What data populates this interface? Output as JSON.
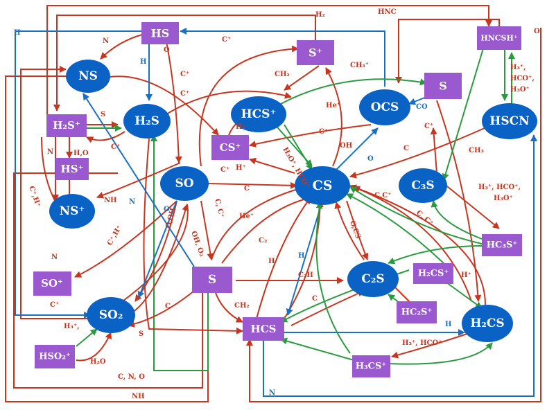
{
  "colors": {
    "ion": "#9b59d0",
    "neutral": "#0a63c4",
    "red": "#c8351f",
    "blue": "#1a6fc2",
    "green": "#2a9a3e"
  },
  "species": {
    "NS": "NS",
    "H2S": "H₂S",
    "HS": "HS",
    "HCS+": "HCS⁺",
    "OCS": "OCS",
    "HSCN": "HSCN",
    "SO": "SO",
    "CS": "CS",
    "C3S": "C₃S",
    "NS+": "NS⁺",
    "SO2": "SO₂",
    "C2S": "C₂S",
    "H2CS": "H₂CS",
    "S+": "S⁺",
    "HNCSH+": "HNCSH⁺",
    "S": "S",
    "H2S+": "H₂S⁺",
    "HS+": "HS⁺",
    "CS+": "CS⁺",
    "SO+": "SO⁺",
    "HSO2+": "HSO₂⁺",
    "HCS": "HCS",
    "H2CS+": "H₂CS⁺",
    "HC2S+": "HC₂S⁺",
    "HC3S+": "HC₃S⁺",
    "H3CS+": "H₃CS⁺",
    "S_node": "S"
  },
  "labels": {
    "H_tl": "H",
    "N_1": "N",
    "O_1": "O",
    "H_2": "H",
    "C+_1": "C⁺",
    "H2": "H₂",
    "HNC": "HNC",
    "O_tr": "O",
    "C+_2": "C⁺",
    "C+_3": "C⁺",
    "S_lbl": "S",
    "C+_4": "C⁺",
    "N_2": "N",
    "H,O": "H,O",
    "CH2": "CH₂",
    "CH3+": "CH₃⁺",
    "H3+_1": "H₃⁺,",
    "HCO+_1": "HCO⁺,",
    "H3O+_1": "H₃O⁺",
    "H2_b": "H₂",
    "He+_1": "He⁺",
    "CO": "CO",
    "C+_5": "C⁺",
    "H3+HCO": "H₃⁺, HCO⁺,",
    "H3O+HCO+": "H₃O⁺, HCO⁺",
    "C+_6": "C⁺",
    "H+_1": "H⁺",
    "C_1": "C",
    "C_2": "C",
    "OH_1": "OH",
    "O_2": "O",
    "C+H+_1": "C⁺,H⁺",
    "NH_1": "NH",
    "N_3": "N",
    "CC+_1": "C, C⁺",
    "C+_7": "C⁺",
    "CC+_2": "C,C⁺",
    "H3+_2": "H₃⁺, HCO⁺,",
    "H3O+_2": "H₃O⁺",
    "CH3": "CH₃",
    "He+_2": "He⁺",
    "C2": "C₂",
    "OCS_lbl": "O,CS",
    "C,C+_3": "C, C⁺",
    "O_3": "O",
    "OHO2": "OH, O₂",
    "O,OH": "O,OH",
    "C+H+_2": "C⁺,H⁺",
    "N_4": "N",
    "N_5": "N",
    "H_3": "H",
    "H_4": "H",
    "C2H": "C₂H",
    "C+_8": "C⁺",
    "H+_2": "H⁺",
    "H3+_3": "H₃⁺,",
    "C_3": "C",
    "C_4": "C",
    "CH2_2": "CH₂",
    "S_2": "S",
    "H2O": "H₂O",
    "H_5": "H",
    "H3+HCO+_3": "H₃⁺, HCO⁺",
    "CNO": "C, N, O",
    "NH_2": "NH",
    "N_6": "N"
  }
}
